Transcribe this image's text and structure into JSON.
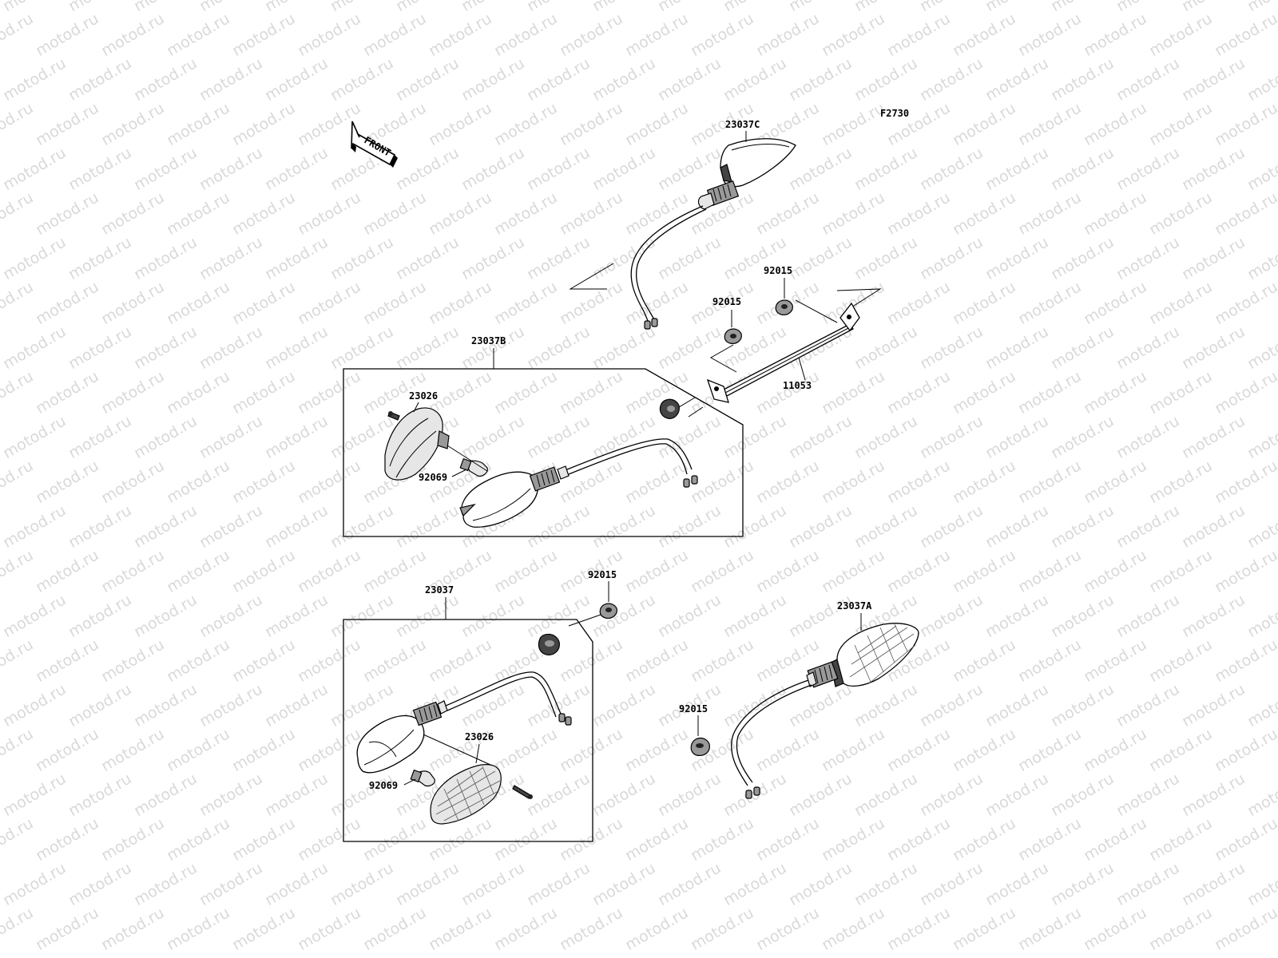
{
  "figure_code": "F2730",
  "front_arrow_label": "FRONT",
  "watermark_text": "motod.ru",
  "callouts": {
    "turn_signal_c": "23037C",
    "grommet_upper_right": "92015",
    "grommet_upper_left": "92015",
    "bracket": "11053",
    "turn_signal_b": "23037B",
    "lens_upper": "23026",
    "bulb_upper": "92069",
    "grommet_mid": "92015",
    "turn_signal": "23037",
    "lens_lower": "23026",
    "bulb_lower": "92069",
    "turn_signal_a": "23037A",
    "grommet_lower_right": "92015"
  }
}
